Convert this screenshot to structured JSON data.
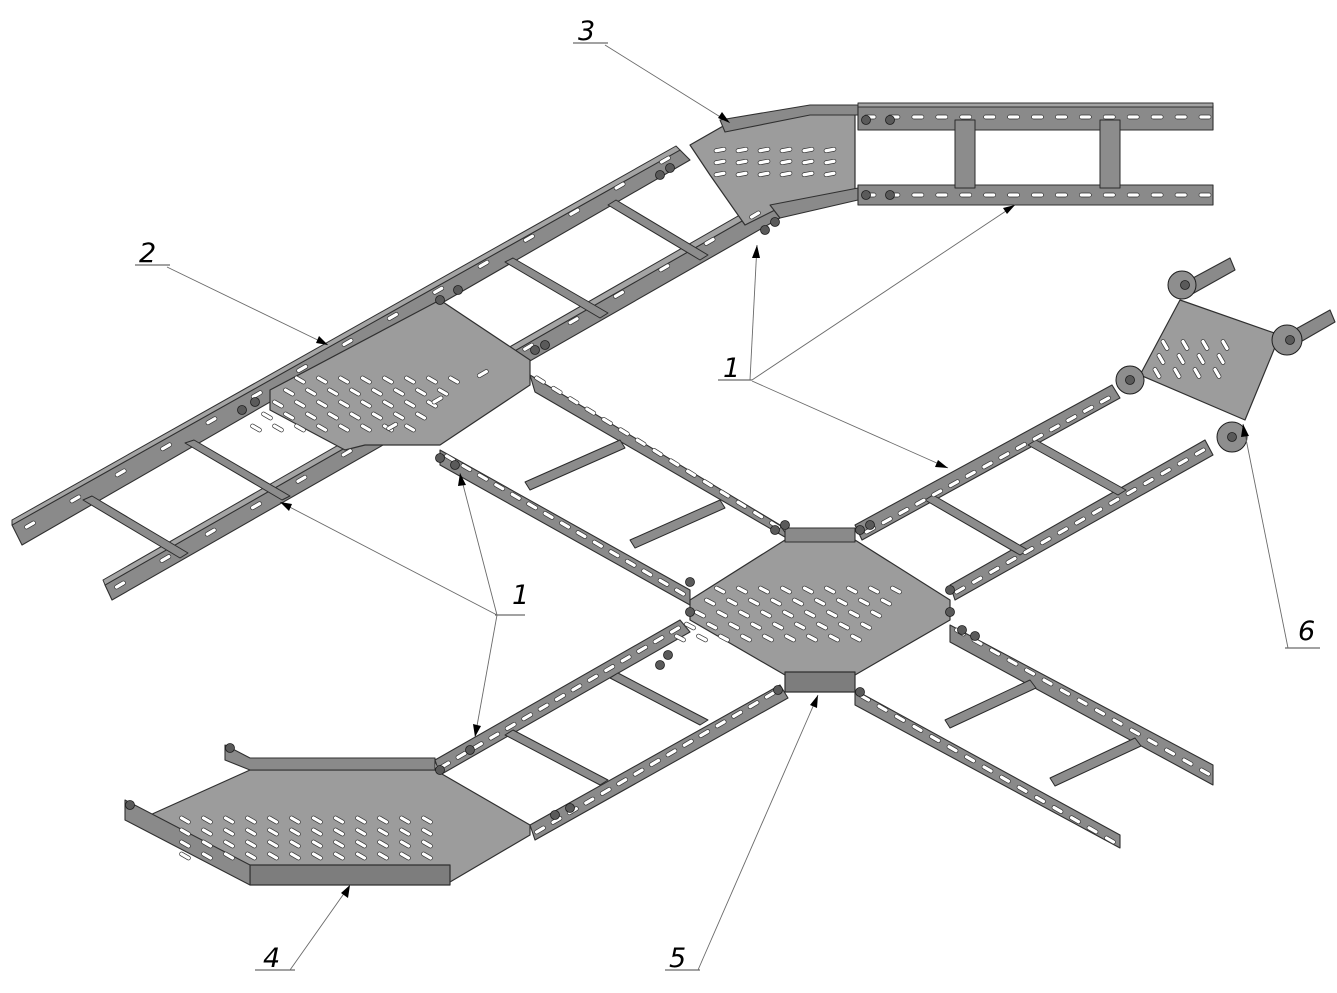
{
  "callouts": [
    {
      "id": "c3",
      "label": "3"
    },
    {
      "id": "c2",
      "label": "2"
    },
    {
      "id": "c1a",
      "label": "1"
    },
    {
      "id": "c1b",
      "label": "1"
    },
    {
      "id": "c6",
      "label": "6"
    },
    {
      "id": "c4",
      "label": "4"
    },
    {
      "id": "c5",
      "label": "5"
    }
  ]
}
